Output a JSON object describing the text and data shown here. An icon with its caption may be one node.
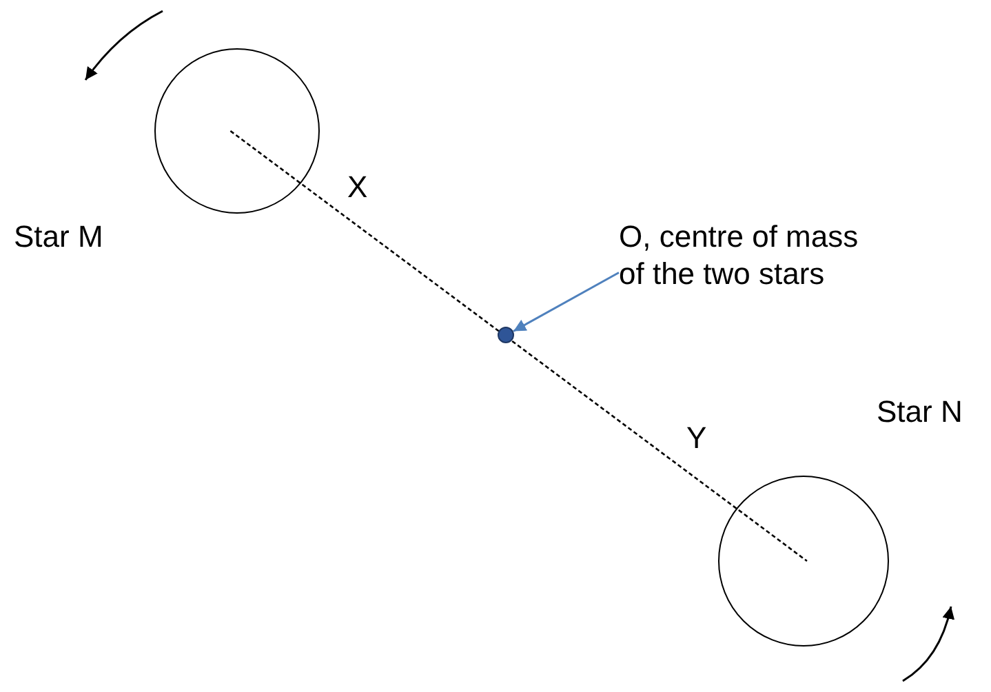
{
  "diagram": {
    "nodes": [
      {
        "text": [],
        "shape": "circle",
        "beside": [
          "Star M"
        ]
      },
      {
        "text": [],
        "shape": "circle",
        "beside": [
          "Star N"
        ]
      },
      {
        "text": [],
        "shape": "circle"
      },
      {
        "text": [
          "O, centre of mass of the two stars"
        ]
      }
    ],
    "edges": [
      {
        "from": 3,
        "to": 2,
        "arrow": "to",
        "color": "#4f81bd"
      },
      {
        "from": 0,
        "to": 1,
        "arrow": "none",
        "style": "dashed",
        "color": "#000000"
      }
    ],
    "labels": [
      "X",
      "Y"
    ]
  }
}
